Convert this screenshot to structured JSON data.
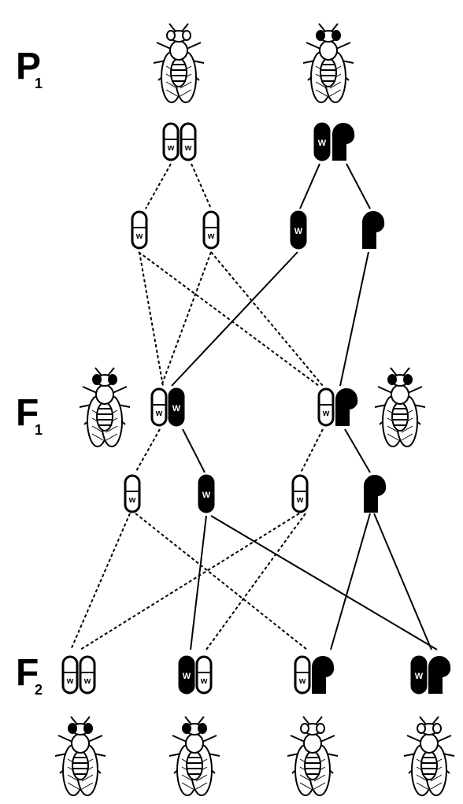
{
  "generations": {
    "p1": {
      "label": "P",
      "sub": "1"
    },
    "f1": {
      "label": "F",
      "sub": "1"
    },
    "f2": {
      "label": "F",
      "sub": "2"
    }
  },
  "chromosome_letter": "w",
  "colors": {
    "ink": "#000000",
    "paper": "#ffffff"
  },
  "flies": {
    "p1": [
      "white-eyed",
      "red-eyed"
    ],
    "f1": [
      "red-eyed",
      "red-eyed"
    ],
    "f2": [
      "red-eyed",
      "red-eyed",
      "white-eyed",
      "white-eyed"
    ]
  },
  "chromosome_sets": {
    "p1": [
      [
        "X-w",
        "X-w"
      ],
      [
        "X-W",
        "Y"
      ]
    ],
    "p1_gametes": [
      [
        "X-w"
      ],
      [
        "X-w"
      ],
      [
        "X-W"
      ],
      [
        "Y"
      ]
    ],
    "f1": [
      [
        "X-w",
        "X-W"
      ],
      [
        "X-w",
        "Y"
      ]
    ],
    "f1_gametes": [
      [
        "X-w"
      ],
      [
        "X-W"
      ],
      [
        "X-w"
      ],
      [
        "Y"
      ]
    ],
    "f2": [
      [
        "X-w",
        "X-w"
      ],
      [
        "X-W",
        "X-w"
      ],
      [
        "X-w",
        "Y"
      ],
      [
        "X-W",
        "Y"
      ]
    ]
  }
}
